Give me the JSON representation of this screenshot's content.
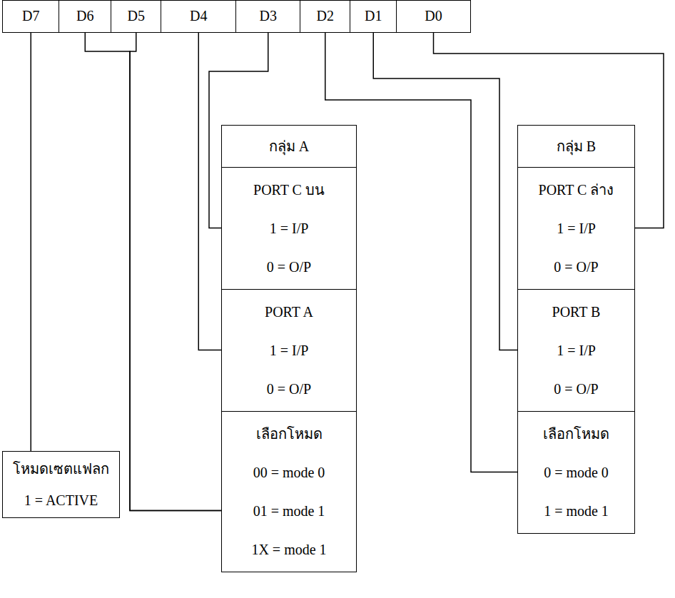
{
  "diagram": {
    "nodes": [
      {
        "text": [
          "D7"
        ]
      },
      {
        "text": [
          "D6"
        ]
      },
      {
        "text": [
          "D5"
        ]
      },
      {
        "text": [
          "D4"
        ]
      },
      {
        "text": [
          "D3"
        ]
      },
      {
        "text": [
          "D2"
        ]
      },
      {
        "text": [
          "D1"
        ]
      },
      {
        "text": [
          "D0"
        ]
      },
      {
        "text": [
          "กลุ่ม A"
        ]
      },
      {
        "text": [
          "PORT C บน",
          "1 = I/P",
          "0 = O/P"
        ],
        "in": 8
      },
      {
        "text": [
          "PORT A",
          "1 = I/P",
          "0 = O/P"
        ],
        "in": 8
      },
      {
        "text": [
          "เลือกโหมด",
          "00 = mode 0",
          "01 = mode 1",
          "1X = mode 1"
        ],
        "in": 8
      },
      {
        "text": [
          "กลุ่ม B"
        ]
      },
      {
        "text": [
          "PORT C ล่าง",
          "1 = I/P",
          "0 = O/P"
        ],
        "in": 12
      },
      {
        "text": [
          "PORT B",
          "1 = I/P",
          "0 = O/P"
        ],
        "in": 12
      },
      {
        "text": [
          "เลือกโหมด",
          "0 = mode 0",
          "1 = mode 1"
        ],
        "in": 12
      },
      {
        "text": [
          "โหมดเซตแฟลก",
          "1 = ACTIVE"
        ]
      }
    ],
    "edges": [
      {
        "from": 0,
        "to": 16,
        "arrow": "none"
      },
      {
        "from": 1,
        "to": 11,
        "arrow": "none"
      },
      {
        "from": 2,
        "to": 11,
        "arrow": "none"
      },
      {
        "from": 3,
        "to": 10,
        "arrow": "none"
      },
      {
        "from": 4,
        "to": 9,
        "arrow": "none"
      },
      {
        "from": 5,
        "to": 15,
        "arrow": "none"
      },
      {
        "from": 6,
        "to": 14,
        "arrow": "none"
      },
      {
        "from": 7,
        "to": 13,
        "arrow": "none"
      }
    ]
  }
}
